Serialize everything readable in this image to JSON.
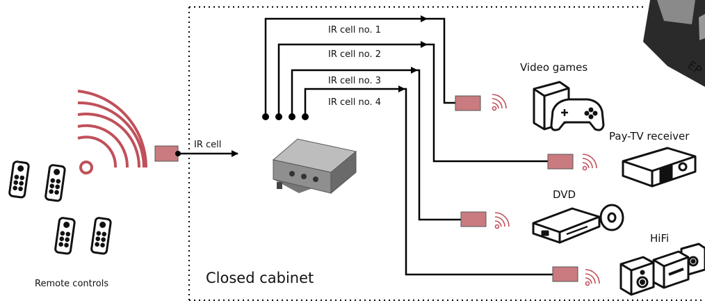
{
  "labels": {
    "remote_controls": "Remote controls",
    "ir_cell": "IR cell",
    "closed_cabinet": "Closed cabinet",
    "ir_cell_1": "IR cell no. 1",
    "ir_cell_2": "IR cell no. 2",
    "ir_cell_3": "IR cell no. 3",
    "ir_cell_4": "IR cell no. 4",
    "video_games": "Video games",
    "pay_tv": "Pay-TV receiver",
    "dvd": "DVD",
    "hifi": "HiFi",
    "box_brand_fragment": "EP"
  },
  "colors": {
    "ir_cell": "#c97b80",
    "signal": "#c0505a",
    "line": "#000000"
  }
}
